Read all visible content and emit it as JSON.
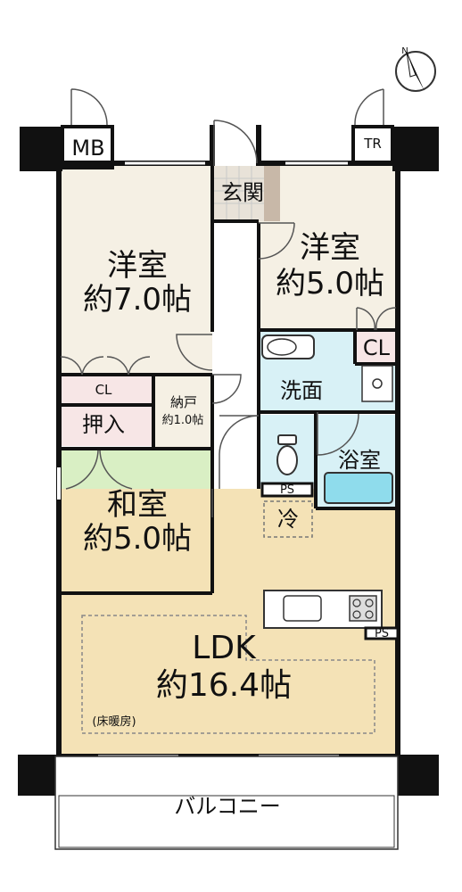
{
  "rooms": {
    "western1": {
      "name": "洋室",
      "size": "約7.0帖"
    },
    "western2": {
      "name": "洋室",
      "size": "約5.0帖"
    },
    "japanese": {
      "name": "和室",
      "size": "約5.0帖"
    },
    "ldk": {
      "name": "LDK",
      "size": "約16.4帖"
    },
    "storage": {
      "name": "納戸",
      "size": "約1.0帖"
    },
    "entrance": "玄関",
    "washroom": "洗面",
    "bath": "浴室",
    "closet_oshiire": "押入",
    "closet1": "CL",
    "closet2": "CL",
    "fridge": "冷",
    "balcony": "バルコニー"
  },
  "labels": {
    "mb": "MB",
    "tr": "TR",
    "ps1": "PS",
    "ps2": "PS",
    "floor_heating": "(床暖房)",
    "north": "N"
  },
  "colors": {
    "western_floor": "#f5f0e4",
    "japanese_floor": "#d9efc4",
    "ldk_floor": "#f4e2b6",
    "wet_floor": "#d8f1f6",
    "closet_floor": "#f7e6e6",
    "entrance_floor": "#c8b8a8",
    "wall": "#111111"
  }
}
